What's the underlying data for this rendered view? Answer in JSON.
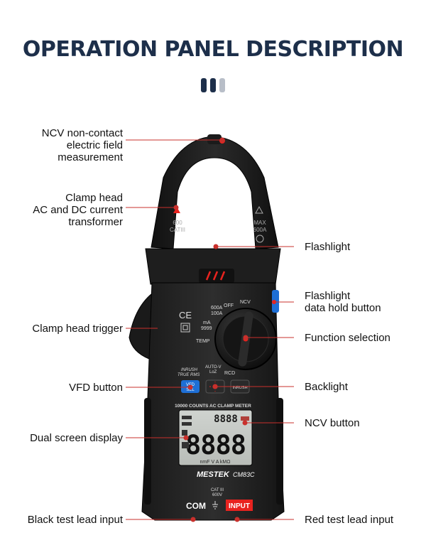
{
  "title": "OPERATION PANEL DESCRIPTION",
  "accent_color": "#e8231f",
  "title_color": "#1d2f4a",
  "dots": [
    "#1d2f4a",
    "#1d2f4a",
    "#b8bec8"
  ],
  "labels_left": {
    "ncv": [
      "NCV non-contact",
      "electric field",
      "measurement"
    ],
    "clamp_head": [
      "Clamp head",
      "AC and DC current",
      "transformer"
    ],
    "trigger": "Clamp head trigger",
    "vfd": "VFD button",
    "dual": "Dual screen display",
    "black_lead": "Black test lead input"
  },
  "labels_right": {
    "flashlight": "Flashlight",
    "flash_hold": [
      "Flashlight",
      "data hold button"
    ],
    "function": "Function selection",
    "backlight": "Backlight",
    "ncv_button": "NCV button",
    "red_lead": "Red test lead input"
  },
  "device": {
    "brand": "MESTEK",
    "model": "CM83C",
    "left_rating": [
      "600",
      "CATIII"
    ],
    "right_rating": [
      "MAX",
      "600A"
    ],
    "dial_600a": "600A",
    "dial_100a": "100A",
    "off": "OFF",
    "ncv": "NCV",
    "ma": "mA",
    "ma_val": "9999",
    "temp": "TEMP",
    "auto_v": "AUTO-V",
    "loz": "LoZ",
    "rcd": "RCD",
    "inrush": "INRUSH",
    "true_rms": "TRUE RMS",
    "vfd_btn": [
      "VFD",
      "SEL"
    ],
    "inrush_btn": "INRUSH",
    "counts": "10000 COUNTS AC CLAMP METER",
    "main_digits": "8888",
    "sub_digits": "8888",
    "units": "nmF V A kMΩ",
    "com": "COM",
    "input": "INPUT",
    "cat": [
      "CAT III",
      "600V"
    ]
  }
}
